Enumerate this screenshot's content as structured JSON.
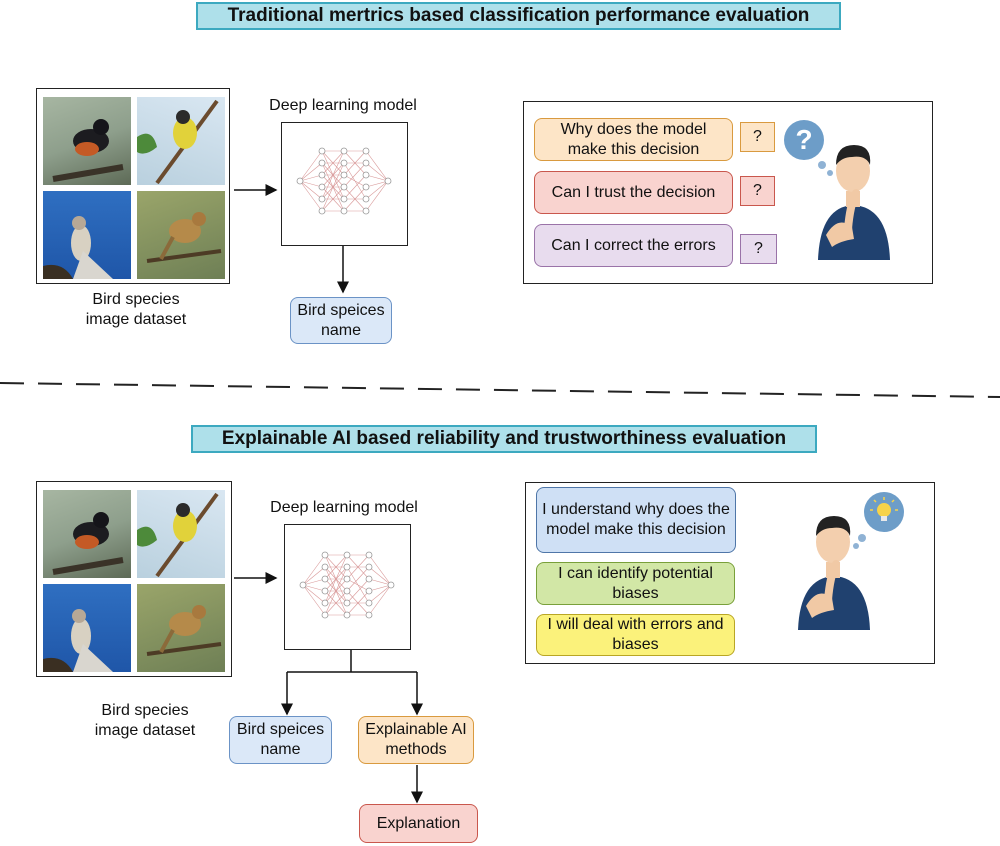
{
  "top": {
    "banner": "Traditional mertrics based classification  performance evaluation",
    "dataset_label_line1": "Bird species",
    "dataset_label_line2": "image dataset",
    "model_label": "Deep learning model",
    "output_label": "Bird speices name",
    "questions": [
      {
        "text": "Why does the model make this decision",
        "mark": "?",
        "color": "#fde5c7"
      },
      {
        "text": "Can I trust the decision",
        "mark": "?",
        "color": "#f9d3cf"
      },
      {
        "text": "Can I correct the errors",
        "mark": "?",
        "color": "#e8dcee"
      }
    ],
    "thought_mark": "?"
  },
  "bottom": {
    "banner": "Explainable AI based reliability and trustworthiness evaluation",
    "dataset_label_line1": "Bird species",
    "dataset_label_line2": "image dataset",
    "model_label": "Deep learning model",
    "output_label": "Bird speices name",
    "xai_label": "Explainable AI methods",
    "explanation_label": "Explanation",
    "statements": [
      {
        "text": "I understand why does the model make this decision",
        "color": "#cfe0f5"
      },
      {
        "text": "I can identify potential biases",
        "color": "#d2e7a6"
      },
      {
        "text": "I will deal with errors and biases",
        "color": "#fbf27b"
      }
    ]
  },
  "icons": [
    "bird-photo",
    "neural-network-icon",
    "thinking-person-icon",
    "question-bubble-icon",
    "lightbulb-icon"
  ]
}
